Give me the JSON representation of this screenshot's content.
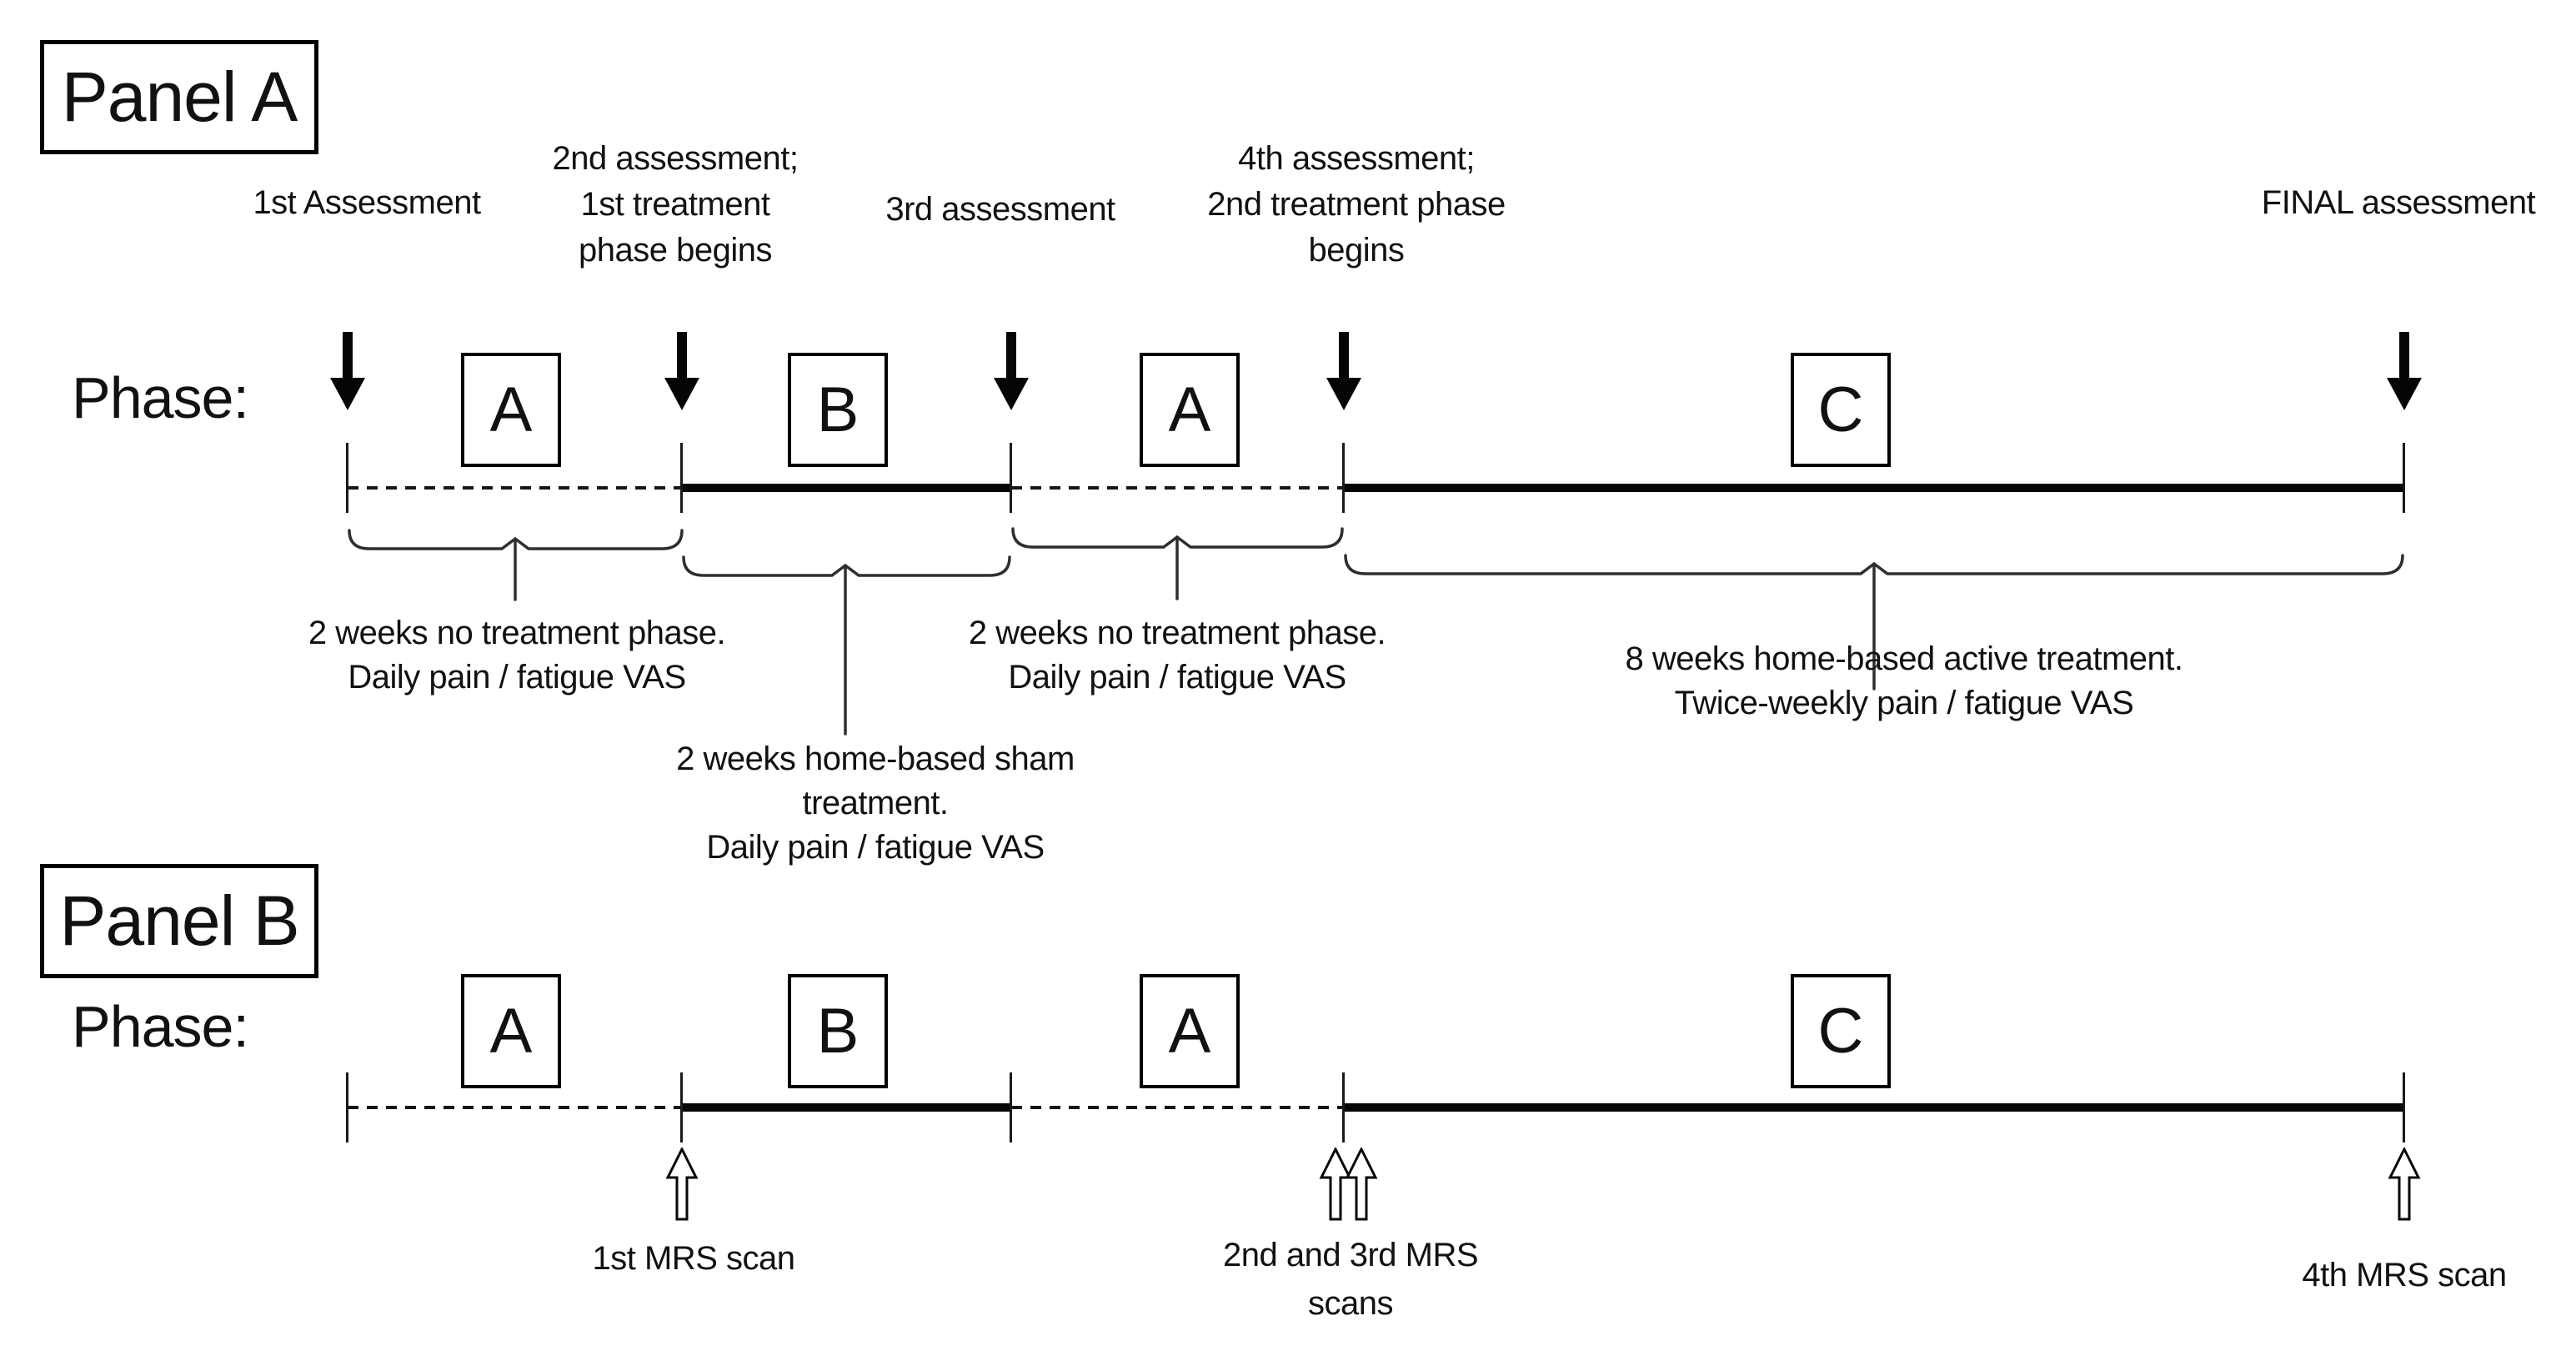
{
  "figure": {
    "type": "study-design-timeline",
    "colors": {
      "ink": "#000000",
      "brace": "#2e2e2e",
      "background": "#ffffff"
    },
    "icons": {
      "assessment_marker": "down-arrow-filled",
      "mrs_marker": "up-arrow-outline"
    }
  },
  "panelA": {
    "label": "Panel A",
    "phase_label": "Phase:",
    "phases": [
      "A",
      "B",
      "A",
      "C"
    ],
    "assessments": [
      {
        "lines": [
          "1st Assessment"
        ]
      },
      {
        "lines": [
          "2nd assessment;",
          "1st treatment",
          "phase begins"
        ]
      },
      {
        "lines": [
          "3rd assessment"
        ]
      },
      {
        "lines": [
          "4th assessment;",
          "2nd treatment phase",
          "begins"
        ]
      },
      {
        "lines": [
          "FINAL assessment"
        ]
      }
    ],
    "braces": [
      {
        "lines": [
          "2 weeks no treatment phase.",
          "Daily pain / fatigue VAS"
        ]
      },
      {
        "lines": [
          "2 weeks home-based sham",
          "treatment.",
          "Daily pain / fatigue VAS"
        ]
      },
      {
        "lines": [
          "2 weeks no treatment phase.",
          "Daily pain / fatigue VAS"
        ]
      },
      {
        "lines": [
          "8 weeks home-based active treatment.",
          "Twice-weekly pain / fatigue VAS"
        ]
      }
    ]
  },
  "panelB": {
    "label": "Panel B",
    "phase_label": "Phase:",
    "phases": [
      "A",
      "B",
      "A",
      "C"
    ],
    "mrs_labels": [
      {
        "lines": [
          "1st MRS scan"
        ]
      },
      {
        "lines": [
          "2nd and 3rd MRS",
          "scans"
        ]
      },
      {
        "lines": [
          "4th MRS scan"
        ]
      }
    ]
  }
}
